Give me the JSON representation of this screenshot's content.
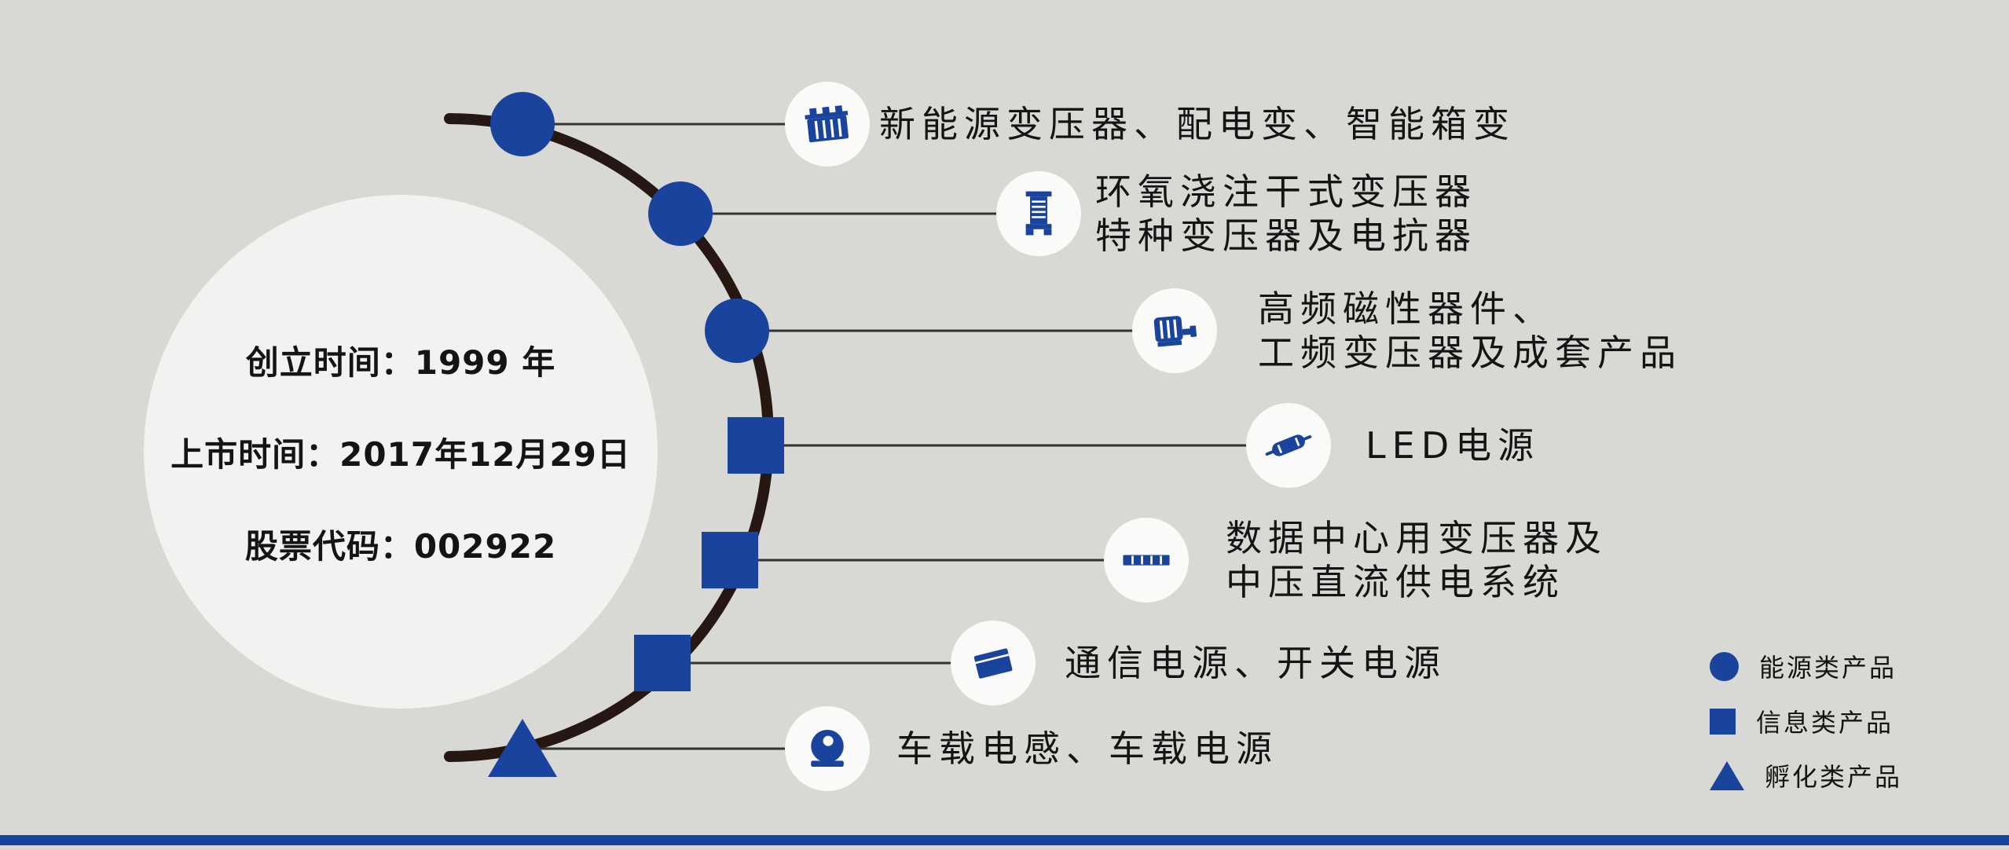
{
  "colors": {
    "background": "#d8d8d5",
    "circle_fill": "#f2f2f0",
    "accent_blue": "#19439c",
    "arc_dark": "#261712",
    "connector_gray": "#333333",
    "text_dark": "#141414",
    "icon_bg": "#fafaf8"
  },
  "company": {
    "founded": "创立时间：1999 年",
    "listed": "上市时间：2017年12月29日",
    "stock_code": "股票代码：002922"
  },
  "products": [
    {
      "marker": "circle",
      "icon": "box-transformer-icon",
      "lines": [
        "新能源变压器、配电变、智能箱变"
      ]
    },
    {
      "marker": "circle",
      "icon": "dry-transformer-icon",
      "lines": [
        "环氧浇注干式变压器",
        "特种变压器及电抗器"
      ]
    },
    {
      "marker": "circle",
      "icon": "magnetic-device-icon",
      "lines": [
        "高频磁性器件、",
        "工频变压器及成套产品"
      ]
    },
    {
      "marker": "square",
      "icon": "led-driver-icon",
      "lines": [
        "LED电源"
      ]
    },
    {
      "marker": "square",
      "icon": "data-center-icon",
      "lines": [
        "数据中心用变压器及",
        "中压直流供电系统"
      ]
    },
    {
      "marker": "square",
      "icon": "comm-power-icon",
      "lines": [
        "通信电源、开关电源"
      ]
    },
    {
      "marker": "triangle",
      "icon": "vehicle-inductor-icon",
      "lines": [
        "车载电感、车载电源"
      ]
    }
  ],
  "legend": [
    {
      "marker": "circle",
      "label": "能源类产品"
    },
    {
      "marker": "square",
      "label": "信息类产品"
    },
    {
      "marker": "triangle",
      "label": "孵化类产品"
    }
  ]
}
